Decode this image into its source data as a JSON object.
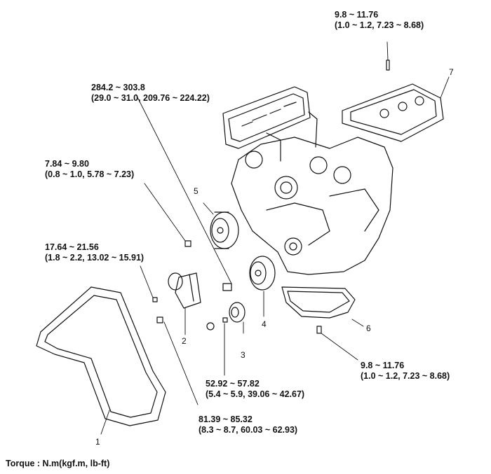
{
  "callouts": {
    "c1": {
      "number": "1"
    },
    "c2": {
      "number": "2"
    },
    "c3": {
      "number": "3"
    },
    "c4": {
      "number": "4"
    },
    "c5": {
      "number": "5"
    },
    "c6": {
      "number": "6"
    },
    "c7": {
      "number": "7"
    }
  },
  "torques": {
    "cover_bolt": {
      "line1": "9.8 ~ 11.76",
      "line2": "(1.0 ~ 1.2, 7.23 ~ 8.68)"
    },
    "crank_bolt": {
      "line1": "284.2 ~ 303.8",
      "line2": "(29.0 ~ 31.0, 209.76 ~ 224.22)"
    },
    "pump_pulley_bolt": {
      "line1": "7.84 ~ 9.80",
      "line2": "(0.8 ~ 1.0, 5.78 ~ 7.23)"
    },
    "tensioner_bolt_small": {
      "line1": "17.64 ~ 21.56",
      "line2": "(1.8 ~ 2.2, 13.02 ~ 15.91)"
    },
    "oil_pan_bolt": {
      "line1": "9.8 ~ 11.76",
      "line2": "(1.0 ~ 1.2, 7.23 ~ 8.68)"
    },
    "idler_bolt": {
      "line1": "52.92 ~ 57.82",
      "line2": "(5.4 ~ 5.9, 39.06 ~ 42.67)"
    },
    "tensioner_bolt_large": {
      "line1": "81.39 ~ 85.32",
      "line2": "(8.3 ~ 8.7, 60.03 ~ 62.93)"
    }
  },
  "footer": {
    "text": "Torque : N.m(kgf.m, lb-ft)"
  }
}
